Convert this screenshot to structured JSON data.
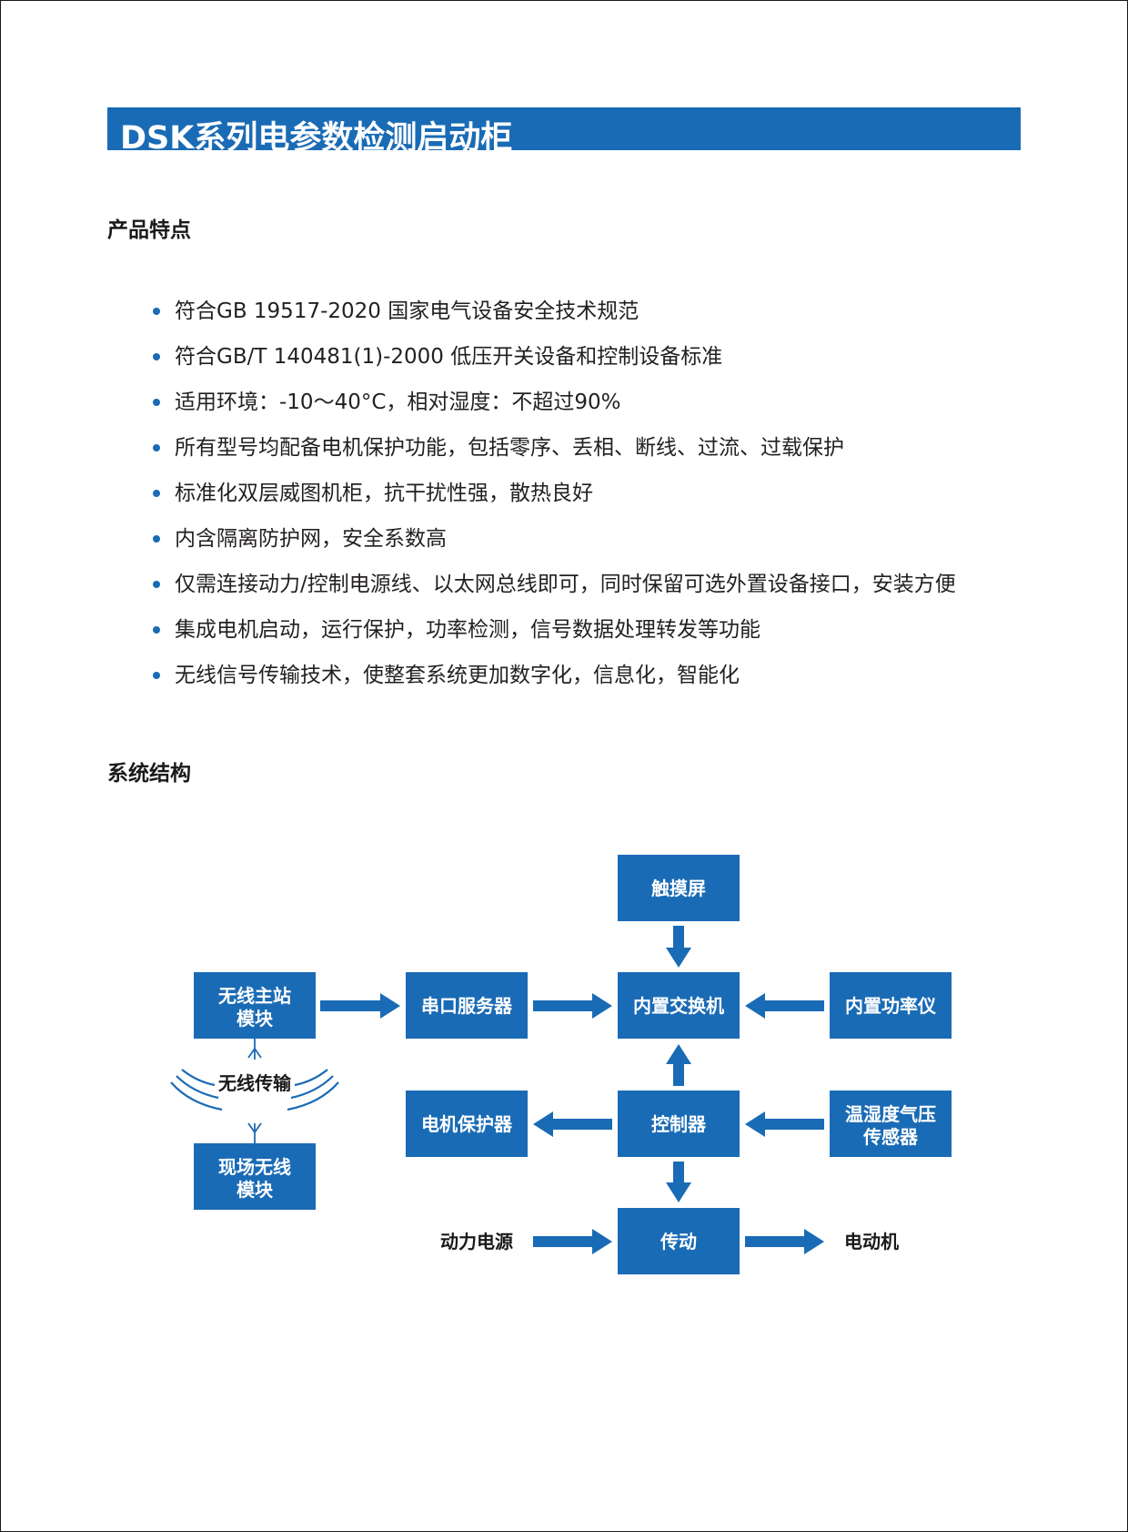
{
  "title": "DSK系列电参数检测启动柜",
  "features_heading": "产品特点",
  "features": [
    "符合GB 19517-2020 国家电气设备安全技术规范",
    "符合GB/T 140481(1)-2000 低压开关设备和控制设备标准",
    "适用环境：-10～40°C，相对湿度：不超过90%",
    "所有型号均配备电机保护功能，包括零序、丢相、断线、过流、过载保护",
    "标准化双层威图机柜，抗干扰性强，散热良好",
    "内含隔离防护网，安全系数高",
    "仅需连接动力/控制电源线、以太网总线即可，同时保留可选外置设备接口，安装方便",
    "集成电机启动，运行保护，功率检测，信号数据处理转发等功能",
    "无线信号传输技术，使整套系统更加数字化，信息化，智能化"
  ],
  "structure_heading": "系统结构",
  "diagram": {
    "touchscreen": "触摸屏",
    "wireless_master_line1": "无线主站",
    "wireless_master_line2": "模块",
    "serial_server": "串口服务器",
    "builtin_switch": "内置交换机",
    "builtin_power_meter": "内置功率仪",
    "wireless_transmission": "无线传输",
    "motor_protector": "电机保护器",
    "controller": "控制器",
    "sensor_line1": "温湿度气压",
    "sensor_line2": "传感器",
    "field_wireless_line1": "现场无线",
    "field_wireless_line2": "模块",
    "power_supply": "动力电源",
    "drive": "传动",
    "motor": "电动机"
  },
  "colors": {
    "accent_blue": "#1a6bb5",
    "text": "#231f20"
  }
}
